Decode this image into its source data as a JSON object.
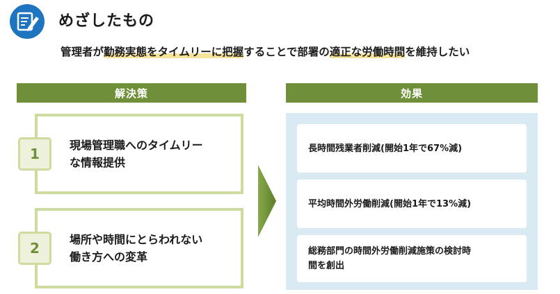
{
  "header": {
    "title": "めざしたもの",
    "goal_segments": [
      {
        "text": "管理者が",
        "highlight": false
      },
      {
        "text": "勤務実態をタイムリーに把握",
        "highlight": true
      },
      {
        "text": "することで部署の",
        "highlight": false
      },
      {
        "text": "適正な労働時間",
        "highlight": true
      },
      {
        "text": "を維持したい",
        "highlight": false
      }
    ],
    "icon": "edit-document-icon"
  },
  "solutions": {
    "heading": "解決策",
    "items": [
      {
        "number": "1",
        "lines": [
          "現場管理職へのタイムリー",
          "な情報提供"
        ]
      },
      {
        "number": "2",
        "lines": [
          "場所や時間にとらわれない",
          "働き方への変革"
        ]
      }
    ]
  },
  "effects": {
    "heading": "効果",
    "items": [
      {
        "lines": [
          "長時間残業者削減(開始1年で67%減)"
        ]
      },
      {
        "lines": [
          "平均時間外労働削減(開始1年で13%減)"
        ]
      },
      {
        "lines": [
          "総務部門の時間外労働削減施策の検討時",
          "間を創出"
        ]
      }
    ]
  },
  "colors": {
    "accent_green": "#6f8f38",
    "light_green": "#cddb9f",
    "blue_icon": "#1f74bf",
    "panel_blue": "#d9eaf2",
    "highlight_yellow": "#f7e39a"
  }
}
